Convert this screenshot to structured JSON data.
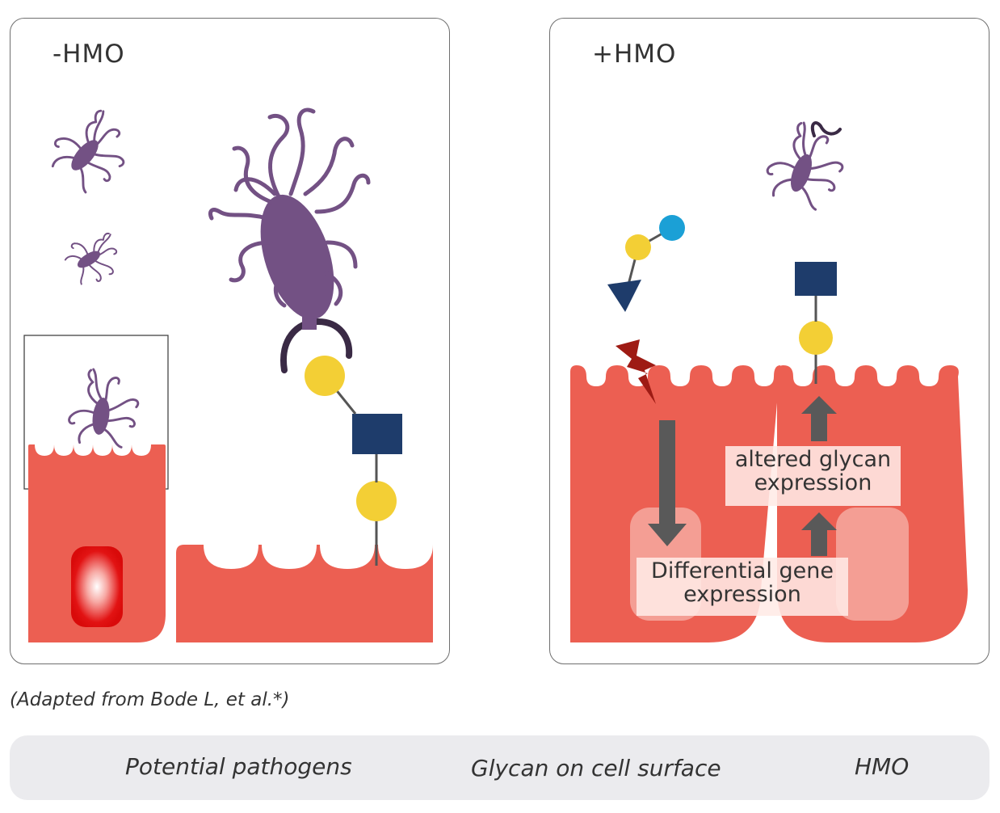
{
  "panels": {
    "left": {
      "title": "-HMO"
    },
    "right": {
      "title": "+HMO",
      "label_top": [
        "altered glycan",
        "expression"
      ],
      "label_bottom": [
        "Differential gene",
        "expression"
      ]
    }
  },
  "credit": "(Adapted from Bode L, et al.*)",
  "legend": {
    "items": [
      {
        "label": "Potential pathogens",
        "icon": "pathogen-icon"
      },
      {
        "label": "Glycan on cell surface",
        "icon": "glycan-icon"
      },
      {
        "label": "HMO",
        "icon": "hmo-icon"
      }
    ]
  },
  "colors": {
    "cell": "#ec5f52",
    "pathogen": "#735184",
    "yellow_glycan": "#f3cf35",
    "square_glycan": "#1e3c6b",
    "blue_glycan": "#1ba0d6",
    "arrow": "#595959",
    "lightning": "#9e1b14"
  }
}
